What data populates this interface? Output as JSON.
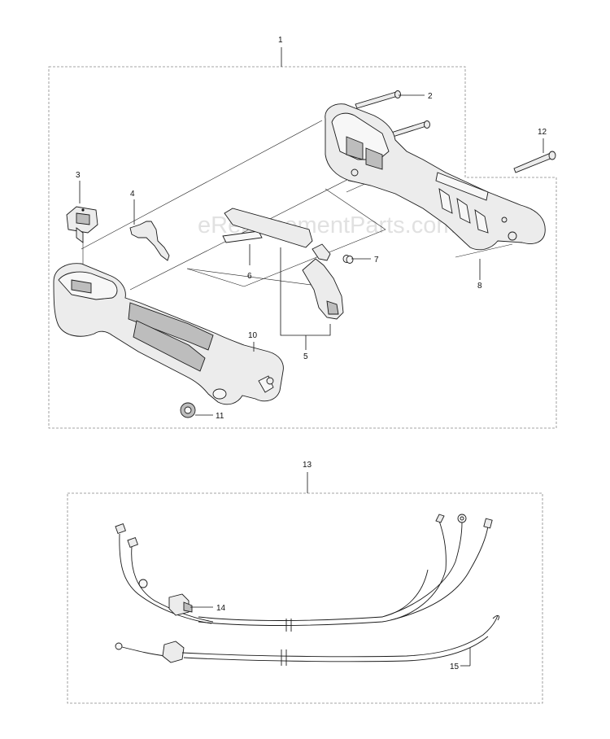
{
  "watermark": "eReplacementParts.com",
  "callouts": [
    {
      "id": "1",
      "label": "1"
    },
    {
      "id": "2",
      "label": "2"
    },
    {
      "id": "3",
      "label": "3"
    },
    {
      "id": "4",
      "label": "4"
    },
    {
      "id": "5",
      "label": "5"
    },
    {
      "id": "6",
      "label": "6"
    },
    {
      "id": "7",
      "label": "7"
    },
    {
      "id": "8",
      "label": "8"
    },
    {
      "id": "10",
      "label": "10"
    },
    {
      "id": "11",
      "label": "11"
    },
    {
      "id": "12",
      "label": "12"
    },
    {
      "id": "13",
      "label": "13"
    },
    {
      "id": "14",
      "label": "14"
    },
    {
      "id": "15",
      "label": "15"
    }
  ]
}
